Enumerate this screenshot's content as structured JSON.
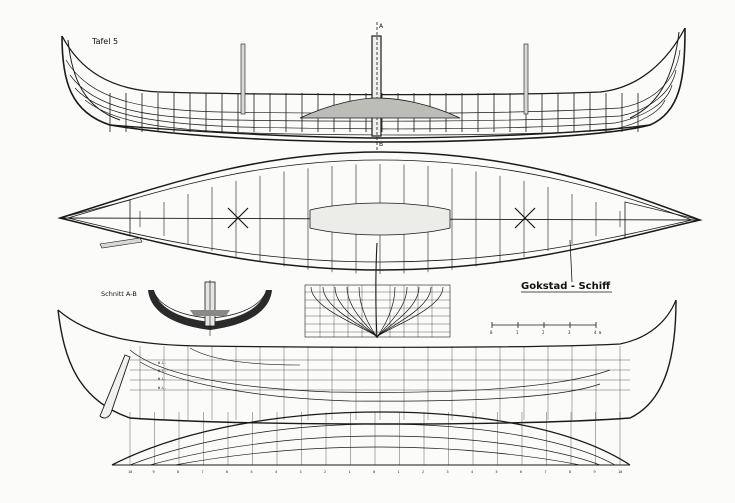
{
  "sheet": {
    "plate_label": "Tafel 5",
    "ship_title": "Gokstad - Schiff",
    "section_label": "Schnitt A-B",
    "section_marker_top": "A",
    "section_marker_bottom": "B"
  },
  "scale_bar": {
    "ticks": [
      "0",
      "1",
      "2",
      "3",
      "4 m"
    ]
  },
  "waterline_labels": [
    "W.L.",
    "W.L.",
    "W.L.",
    "W.L."
  ],
  "station_numbers": [
    "10",
    "9",
    "8",
    "7",
    "6",
    "5",
    "4",
    "3",
    "2",
    "1",
    "0",
    "1",
    "2",
    "3",
    "4",
    "5",
    "6",
    "7",
    "8",
    "9",
    "10"
  ],
  "colors": {
    "ink": "#1a1a1a",
    "paper": "#fbfbf9"
  }
}
